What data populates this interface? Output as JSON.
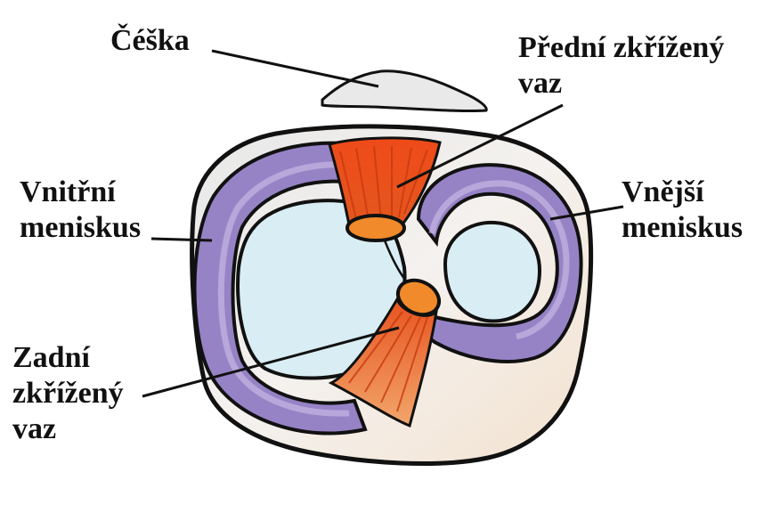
{
  "labels": {
    "patella": {
      "lines": [
        "Čéška"
      ]
    },
    "acl": {
      "lines": [
        "Přední zkřížený",
        "vaz"
      ]
    },
    "medial_meniscus": {
      "lines": [
        "Vnitřní",
        "meniskus"
      ]
    },
    "lateral_meniscus": {
      "lines": [
        "Vnější",
        "meniskus"
      ]
    },
    "pcl": {
      "lines": [
        "Zadní",
        "zkřížený",
        "vaz"
      ]
    }
  },
  "colors": {
    "meniscus": "#8f79c2",
    "meniscus_light": "#b7a6dc",
    "ligament": "#e8531f",
    "ligament_end": "#f08a2a",
    "cartilage": "#d9eef4",
    "plateau": "#f2eee9",
    "outline": "#111111"
  }
}
